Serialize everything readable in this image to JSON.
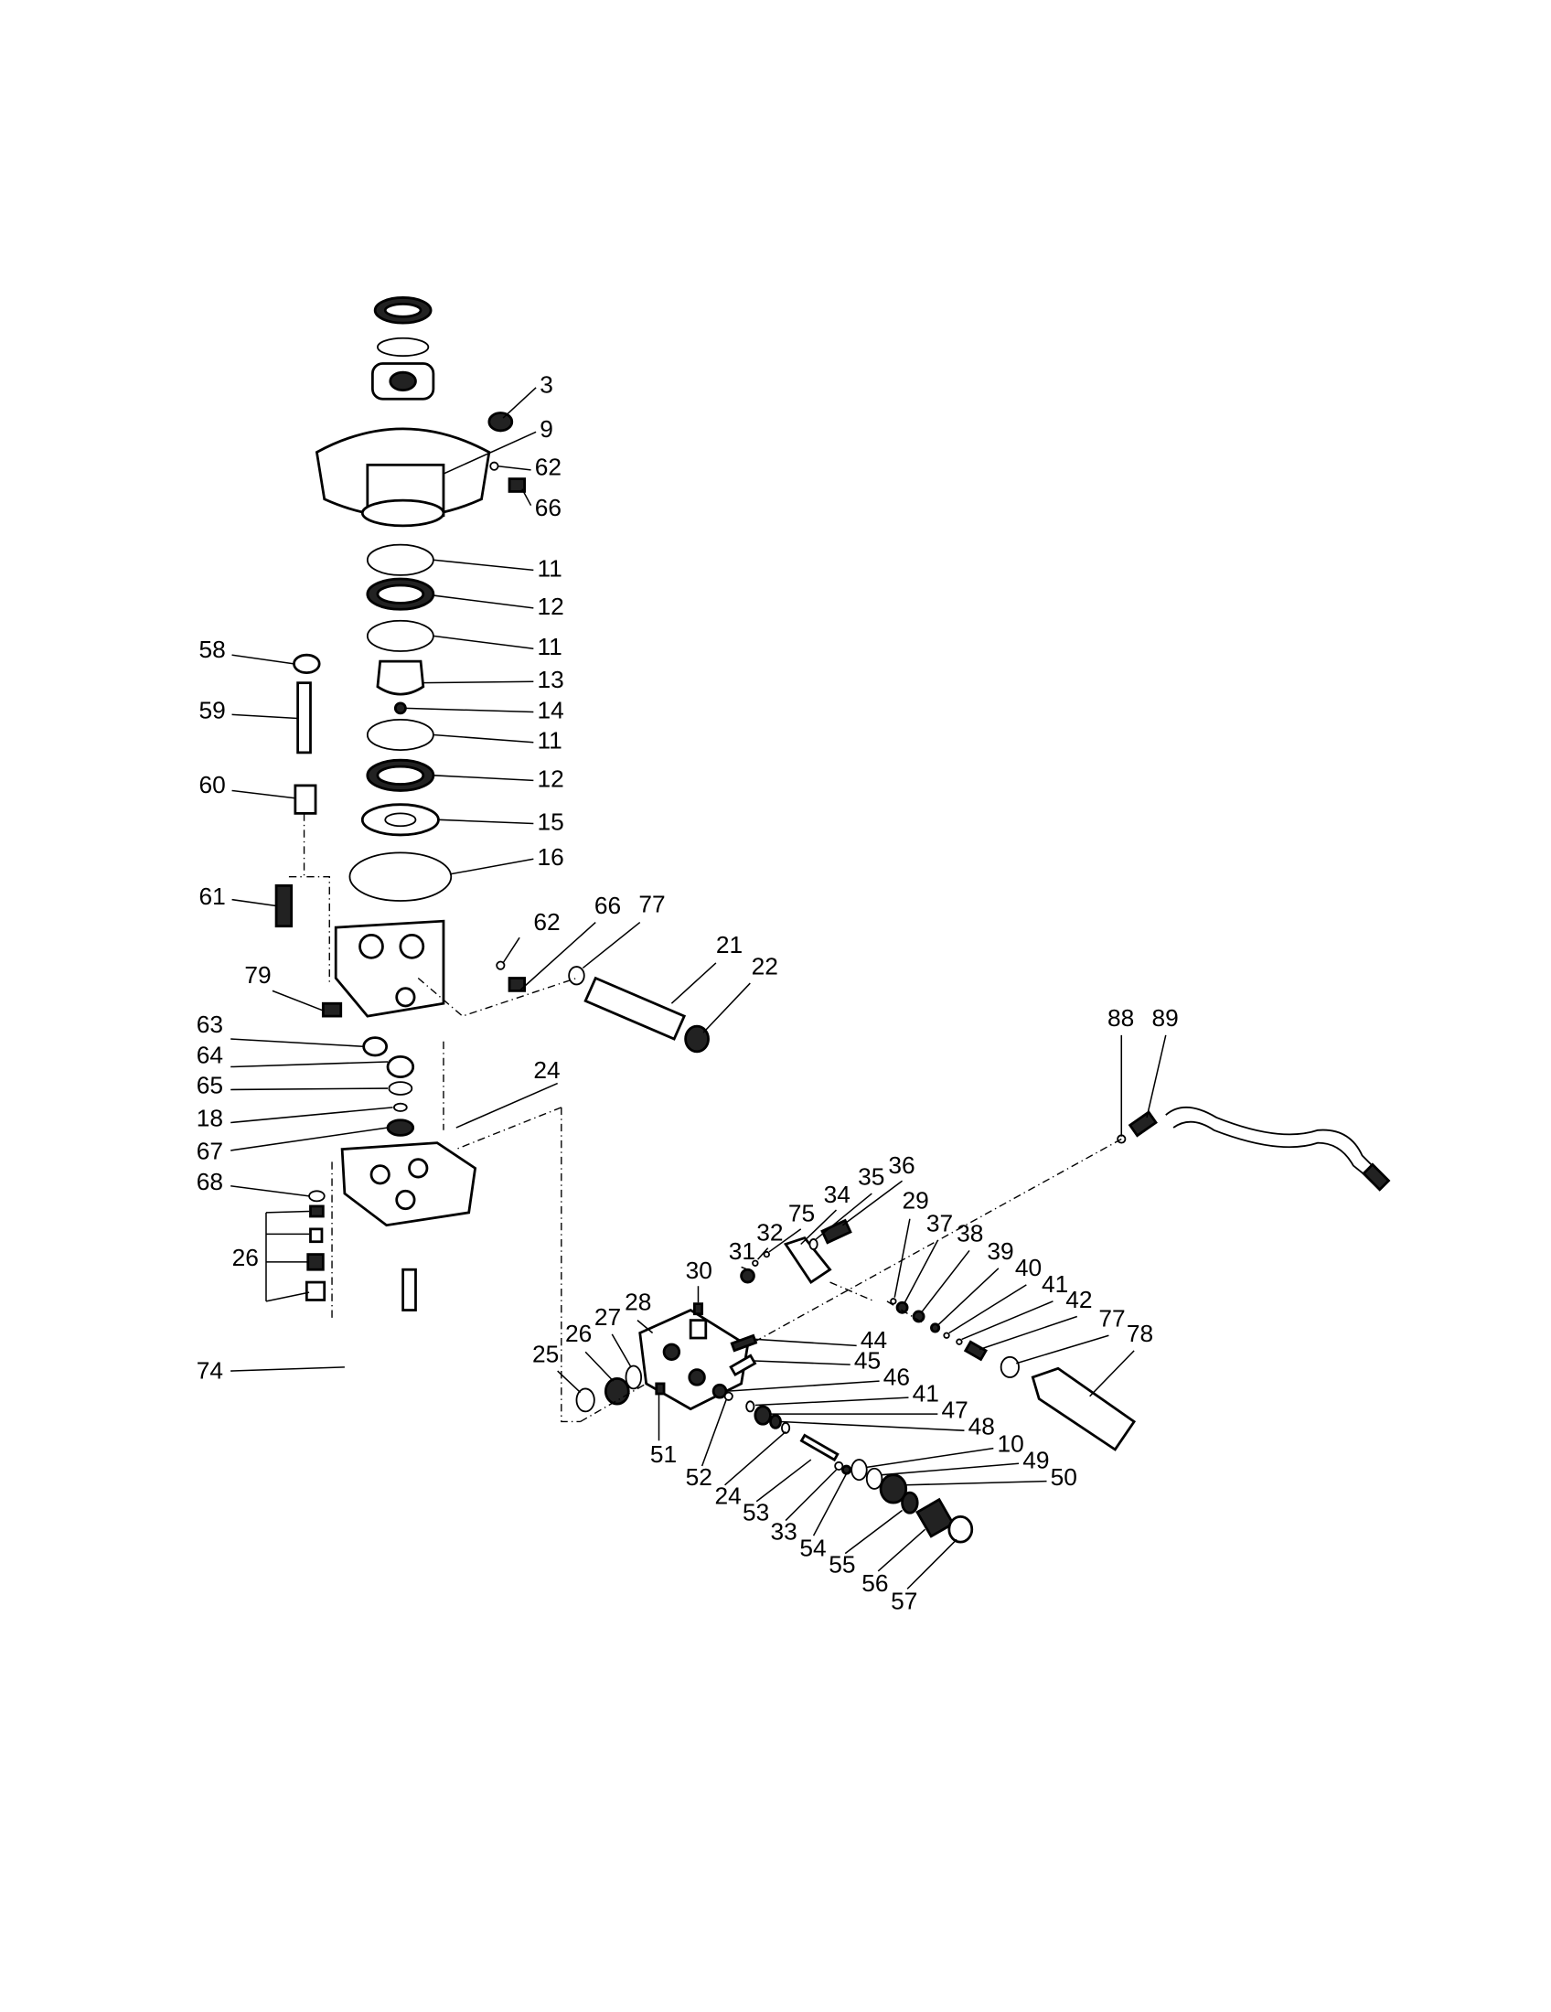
{
  "diagram": {
    "type": "exploded parts diagram - pressure washer pump",
    "labels": [
      "3",
      "9",
      "62",
      "66",
      "11",
      "12",
      "11",
      "13",
      "14",
      "11",
      "12",
      "15",
      "16",
      "58",
      "59",
      "60",
      "61",
      "62",
      "66",
      "77",
      "21",
      "22",
      "79",
      "63",
      "64",
      "65",
      "18",
      "67",
      "68",
      "26",
      "74",
      "24",
      "88",
      "89",
      "25",
      "26",
      "27",
      "28",
      "30",
      "31",
      "32",
      "75",
      "34",
      "35",
      "36",
      "29",
      "37",
      "38",
      "39",
      "40",
      "41",
      "42",
      "77",
      "78",
      "44",
      "45",
      "46",
      "41",
      "47",
      "48",
      "10",
      "49",
      "50",
      "51",
      "52",
      "24",
      "53",
      "33",
      "54",
      "55",
      "56",
      "57"
    ]
  }
}
